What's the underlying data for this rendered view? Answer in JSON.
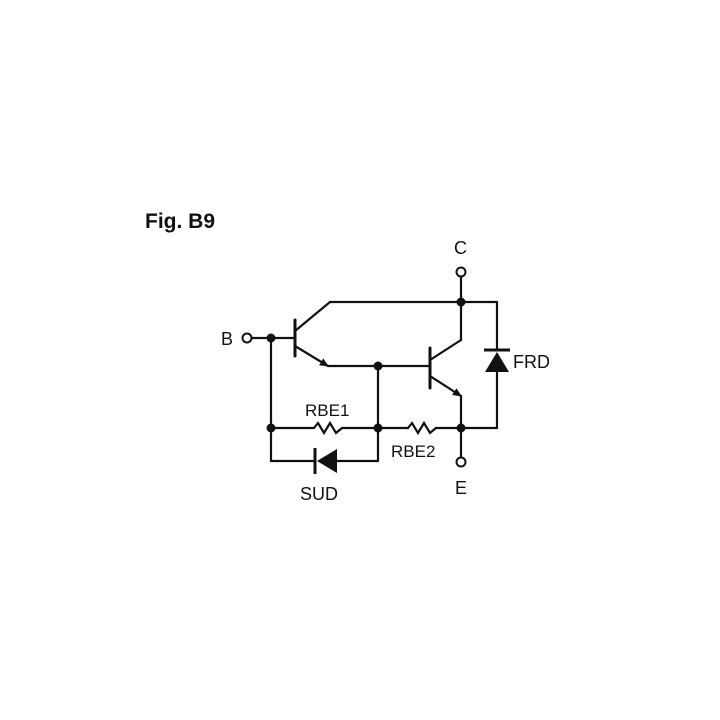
{
  "figure": {
    "title": "Fig. B9"
  },
  "terminals": {
    "base": "B",
    "collector": "C",
    "emitter": "E"
  },
  "components": {
    "rbe1": "RBE1",
    "rbe2": "RBE2",
    "sud": "SUD",
    "frd": "FRD"
  },
  "colors": {
    "ink": "#111111",
    "background": "#ffffff"
  }
}
